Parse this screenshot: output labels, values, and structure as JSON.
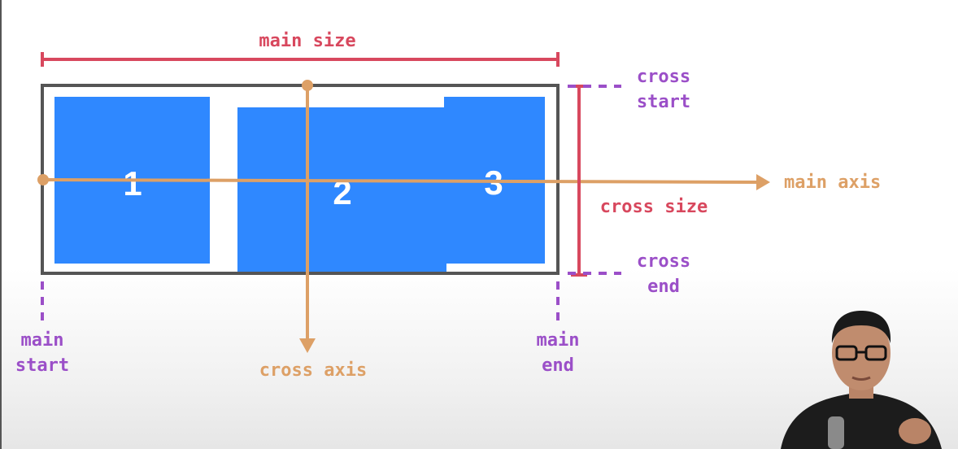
{
  "labels": {
    "main_size": "main size",
    "cross_start_line1": "cross",
    "cross_start_line2": "start",
    "main_axis": "main axis",
    "cross_size": "cross size",
    "cross_end_line1": "cross",
    "cross_end_line2": "end",
    "main_start_line1": "main",
    "main_start_line2": "start",
    "cross_axis": "cross axis",
    "main_end_line1": "main",
    "main_end_line2": "end"
  },
  "items": {
    "item1": "1",
    "item2": "2",
    "item3": "3"
  },
  "colors": {
    "item_fill": "#2f88ff",
    "container_border": "#555555",
    "size_marker": "#d8485e",
    "axis": "#dda066",
    "edge_marker": "#9b4fc8"
  }
}
